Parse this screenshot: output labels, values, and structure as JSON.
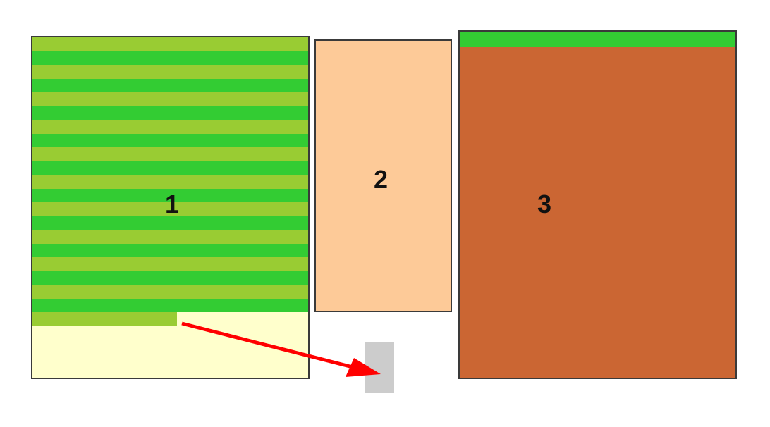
{
  "labels": {
    "box1": "1",
    "box2": "2",
    "box3": "3"
  },
  "colors": {
    "stripe_light": "#99cc33",
    "stripe_dark": "#33cc33",
    "box1_empty": "#ffffcc",
    "box2_fill": "#fdca98",
    "box3_fill": "#cb6633",
    "box3_cap": "#33cc33",
    "target": "#cccccc",
    "arrow": "#ff0000"
  }
}
